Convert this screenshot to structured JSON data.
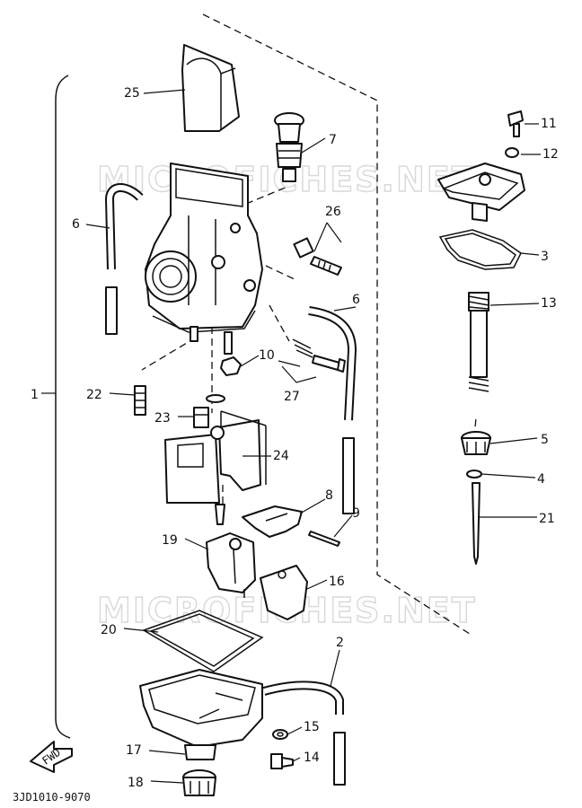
{
  "watermark": "MICROFICHES.NET",
  "diagram_code": "3JD1010-9070",
  "fwd_label": "FWD",
  "callouts": {
    "c1": "1",
    "c2": "2",
    "c3": "3",
    "c4": "4",
    "c5": "5",
    "c6a": "6",
    "c6b": "6",
    "c7": "7",
    "c8": "8",
    "c9": "9",
    "c10": "10",
    "c11": "11",
    "c12": "12",
    "c13": "13",
    "c14": "14",
    "c15": "15",
    "c16": "16",
    "c17": "17",
    "c18": "18",
    "c19": "19",
    "c20": "20",
    "c21": "21",
    "c22": "22",
    "c23": "23",
    "c24": "24",
    "c25": "25",
    "c26": "26",
    "c27": "27"
  }
}
